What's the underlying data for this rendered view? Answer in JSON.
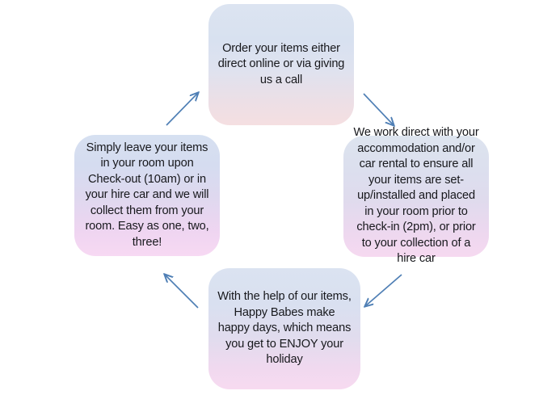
{
  "diagram": {
    "type": "cycle-process-diagram",
    "direction": "clockwise",
    "background_color": "#ffffff",
    "arrow_color": "#4f7fb5",
    "text_color": "#17181c",
    "box_gradient": {
      "from": "#dbe3f0",
      "to": "#f7d9f0"
    },
    "steps": [
      {
        "id": "step-1",
        "position": "top",
        "text": "Order your items either direct online or via giving us a call"
      },
      {
        "id": "step-2",
        "position": "right",
        "text": "We work direct with your accommodation and/or car rental to ensure all your items are set-up/installed and placed in your room prior to check-in (2pm), or prior to your collection of a hire car"
      },
      {
        "id": "step-3",
        "position": "bottom",
        "text": "With the help of our items, Happy Babes make happy days, which means you get to ENJOY your holiday"
      },
      {
        "id": "step-4",
        "position": "left",
        "text": "Simply leave your items in your room upon Check-out (10am) or  in your hire car and we will collect them from your room. Easy as one, two, three!"
      }
    ],
    "arrows": [
      {
        "id": "arrow-top-right",
        "from": "step-1",
        "to": "step-2",
        "direction": "down-right"
      },
      {
        "id": "arrow-bottom-right",
        "from": "step-2",
        "to": "step-3",
        "direction": "down-left"
      },
      {
        "id": "arrow-bottom-left",
        "from": "step-3",
        "to": "step-4",
        "direction": "up-left"
      },
      {
        "id": "arrow-top-left",
        "from": "step-4",
        "to": "step-1",
        "direction": "up-right"
      }
    ]
  }
}
